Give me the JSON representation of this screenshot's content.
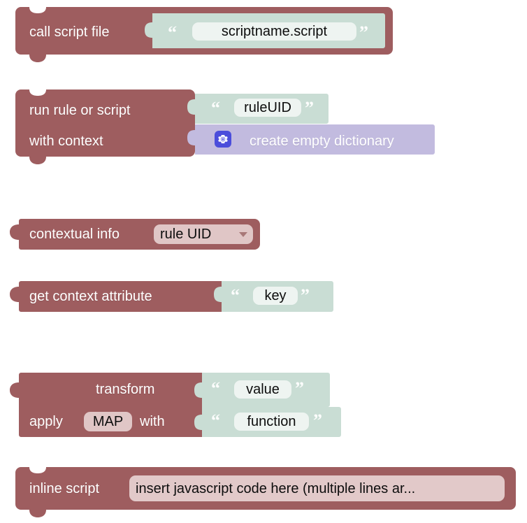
{
  "palette": {
    "block_red": "#9e5d5f",
    "block_red_dark": "#8a4d50",
    "block_green": "#c9ddd4",
    "block_purple": "#c2bbdf",
    "field_light": "#eef4f1",
    "field_pink": "#e0c6c6",
    "gear_chip_blue": "#4b4ddb",
    "label_white": "#ffffff",
    "field_text": "#0d0d0d",
    "canvas": "#ffffff"
  },
  "blocks": [
    {
      "id": "call-script-file",
      "type": "statement",
      "label": "call script file",
      "socket": {
        "kind": "string",
        "open_quote": "“",
        "close_quote": "”",
        "field_value": "scriptname.script"
      }
    },
    {
      "id": "run-rule-or-script",
      "type": "statement",
      "rows": [
        {
          "label": "run rule or script",
          "socket": {
            "kind": "string",
            "open_quote": "“",
            "close_quote": "”",
            "field_value": "ruleUID"
          }
        },
        {
          "label": "with context",
          "socket": {
            "kind": "block",
            "icon": "gear-icon",
            "plugged_block_label": "create empty dictionary"
          }
        }
      ]
    },
    {
      "id": "contextual-info",
      "type": "value",
      "label": "contextual info",
      "dropdown": {
        "selected": "rule UID",
        "caret": "chevron-down-icon"
      }
    },
    {
      "id": "get-context-attribute",
      "type": "value",
      "label": "get context attribute",
      "socket": {
        "kind": "string",
        "open_quote": "“",
        "close_quote": "”",
        "field_value": "key"
      }
    },
    {
      "id": "transform",
      "type": "value",
      "rows": [
        {
          "label": "transform",
          "socket": {
            "kind": "string",
            "open_quote": "“",
            "close_quote": "”",
            "field_value": "value"
          }
        },
        {
          "label_before": "apply",
          "field_value": "MAP",
          "label_after": "with",
          "socket": {
            "kind": "string",
            "open_quote": "“",
            "close_quote": "”",
            "field_value": "function"
          }
        }
      ]
    },
    {
      "id": "inline-script",
      "type": "statement",
      "label": "inline script",
      "field_value": "insert javascript code here (multiple lines ar..."
    }
  ]
}
